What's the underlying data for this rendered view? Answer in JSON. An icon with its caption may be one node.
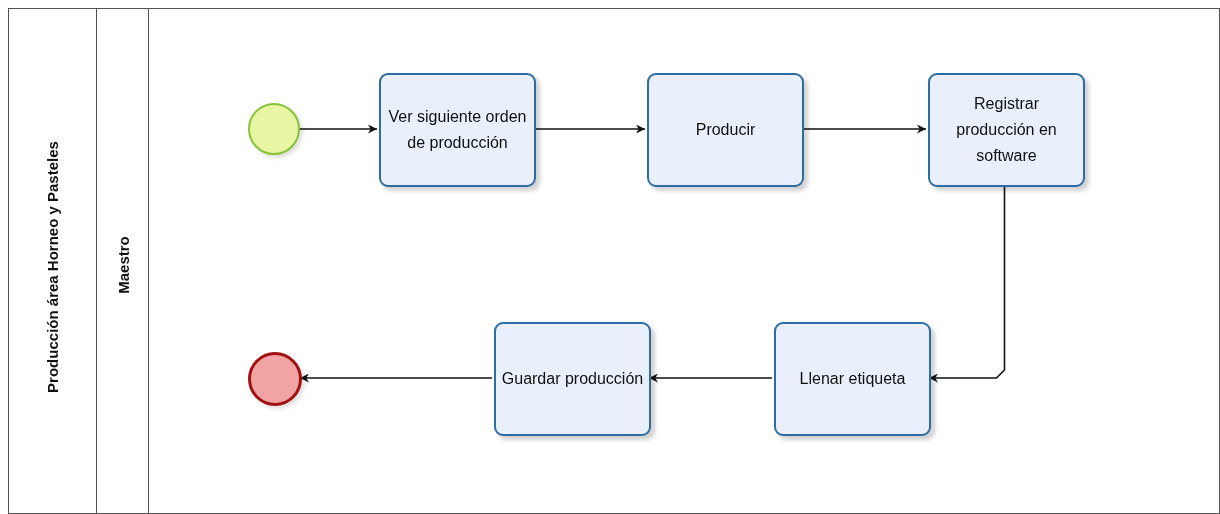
{
  "diagram": {
    "nodes": [
      {
        "text": [
          "Producción área Horneo y Pasteles"
        ]
      },
      {
        "text": [
          "Maestro"
        ],
        "in": 0
      },
      {
        "text": [],
        "shape": "circle",
        "in": 1
      },
      {
        "text": [
          "Ver siguiente orden de producción"
        ],
        "in": 1
      },
      {
        "text": [
          "Producir"
        ],
        "in": 1
      },
      {
        "text": [
          "Registrar producción en software"
        ],
        "in": 1
      },
      {
        "text": [
          "Llenar etiqueta"
        ],
        "in": 1
      },
      {
        "text": [
          "Guardar producción"
        ],
        "in": 1
      },
      {
        "text": [],
        "shape": "circle",
        "in": 1
      }
    ],
    "edges": [
      {
        "from": 2,
        "to": 3,
        "arrow": "to"
      },
      {
        "from": 3,
        "to": 4,
        "arrow": "to"
      },
      {
        "from": 4,
        "to": 5,
        "arrow": "to"
      },
      {
        "from": 5,
        "to": 6,
        "arrow": "to"
      },
      {
        "from": 6,
        "to": 7,
        "arrow": "to"
      },
      {
        "from": 7,
        "to": 8,
        "arrow": "to"
      }
    ]
  }
}
